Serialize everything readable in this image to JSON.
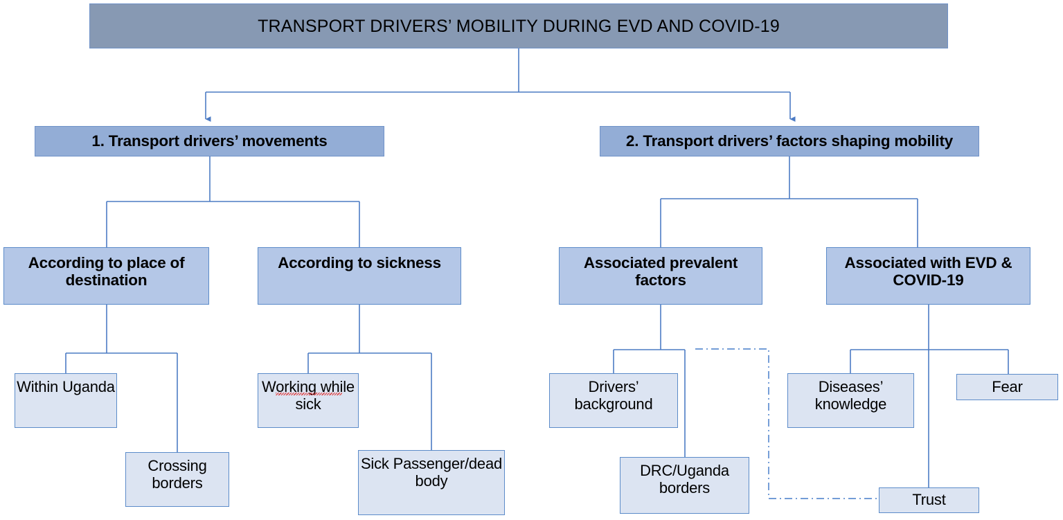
{
  "diagram": {
    "type": "hierarchical-flowchart",
    "title": "TRANSPORT DRIVERS’ MOBILITY DURING EVD AND COVID-19",
    "colors": {
      "title_fill": "#8799B3",
      "level1_fill": "#93ADD6",
      "level2_fill": "#B4C7E7",
      "level3_fill": "#DCE4F2",
      "border": "#5B8BC9",
      "connector": "#4C7BC4",
      "text": "#000000",
      "spellcheck_underline": "#E03A3A"
    },
    "nodes": {
      "root": "TRANSPORT DRIVERS’ MOBILITY DURING EVD AND COVID-19",
      "branch1": "1. Transport drivers’ movements",
      "branch2": "2. Transport drivers’ factors shaping mobility",
      "place": "According to place of destination",
      "sickness": "According to sickness",
      "prevalent_factors": "Associated prevalent factors",
      "evd_covid": "Associated with EVD & COVID-19",
      "within_uganda": "Within Uganda",
      "crossing_borders": "Crossing borders",
      "working_while_sick": "Working while sick",
      "sick_passenger": "Sick Passenger/dead body",
      "drivers_background": "Drivers’ background",
      "drc_uganda_borders": "DRC/Uganda borders",
      "diseases_knowledge": "Diseases’ knowledge",
      "fear": "Fear",
      "trust": "Trust"
    },
    "edges": [
      {
        "from": "root",
        "to": "branch1",
        "style": "solid",
        "arrow": true
      },
      {
        "from": "root",
        "to": "branch2",
        "style": "solid",
        "arrow": true
      },
      {
        "from": "branch1",
        "to": "place",
        "style": "solid",
        "arrow": false
      },
      {
        "from": "branch1",
        "to": "sickness",
        "style": "solid",
        "arrow": false
      },
      {
        "from": "branch2",
        "to": "prevalent_factors",
        "style": "solid",
        "arrow": false
      },
      {
        "from": "branch2",
        "to": "evd_covid",
        "style": "solid",
        "arrow": false
      },
      {
        "from": "place",
        "to": "within_uganda",
        "style": "solid",
        "arrow": false
      },
      {
        "from": "place",
        "to": "crossing_borders",
        "style": "solid",
        "arrow": false
      },
      {
        "from": "sickness",
        "to": "working_while_sick",
        "style": "solid",
        "arrow": false
      },
      {
        "from": "sickness",
        "to": "sick_passenger",
        "style": "solid",
        "arrow": false
      },
      {
        "from": "prevalent_factors",
        "to": "drivers_background",
        "style": "solid",
        "arrow": false
      },
      {
        "from": "prevalent_factors",
        "to": "drc_uganda_borders",
        "style": "solid",
        "arrow": false
      },
      {
        "from": "prevalent_factors",
        "to": "trust",
        "style": "dash-dot",
        "arrow": false
      },
      {
        "from": "evd_covid",
        "to": "diseases_knowledge",
        "style": "solid",
        "arrow": false
      },
      {
        "from": "evd_covid",
        "to": "fear",
        "style": "solid",
        "arrow": false
      },
      {
        "from": "evd_covid",
        "to": "trust",
        "style": "solid",
        "arrow": false
      }
    ]
  }
}
